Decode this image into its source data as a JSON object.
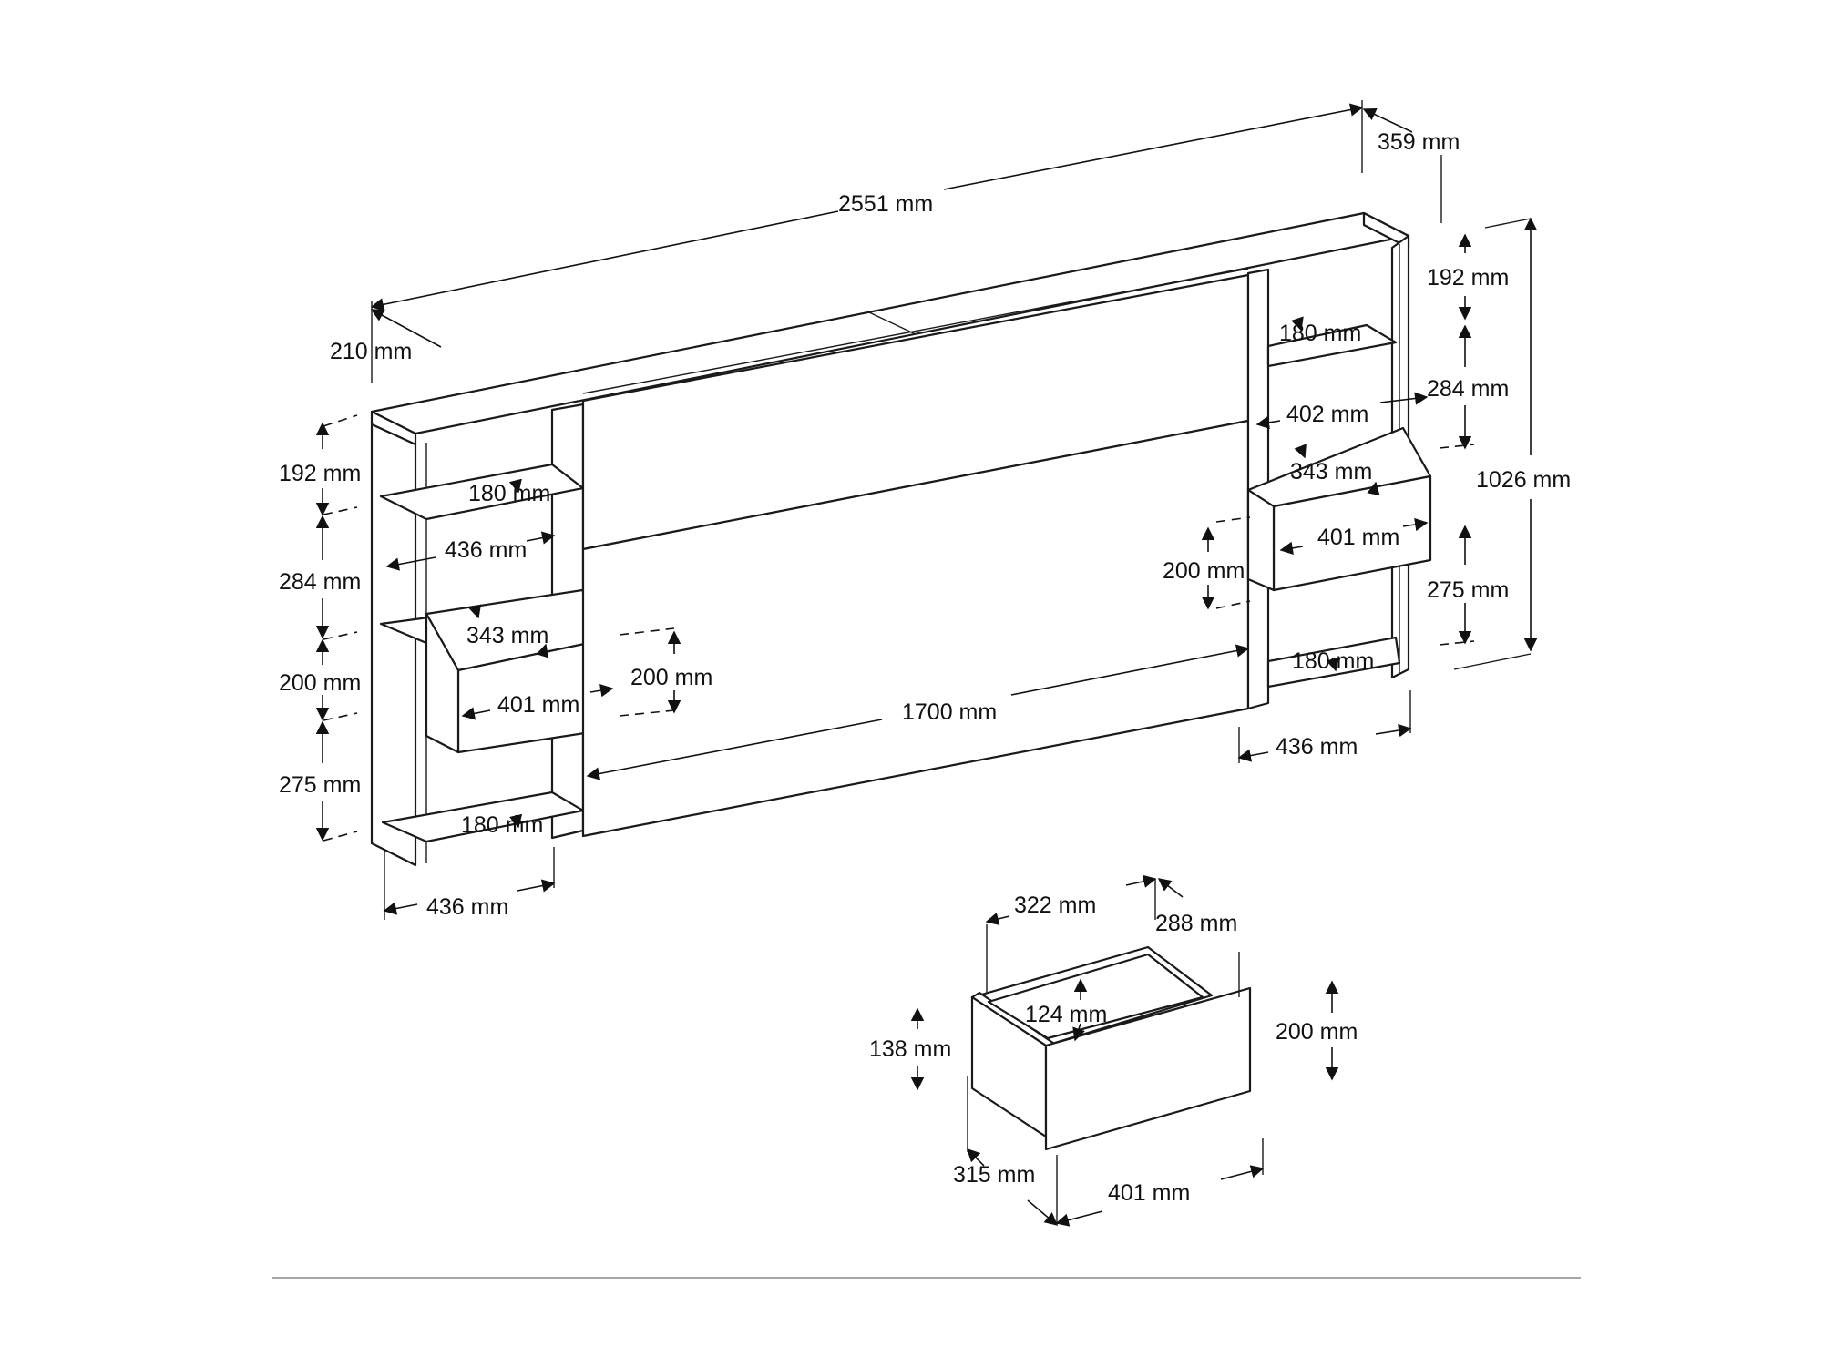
{
  "diagram": {
    "title": "Headboard with shelves and drawers – dimensions",
    "colors": {
      "line": "#1a1a1a",
      "text": "#111111",
      "rule": "#888888"
    },
    "headboard": {
      "total_width": "2551 mm",
      "depth_left": "210 mm",
      "depth_right": "359 mm",
      "total_height": "1026 mm",
      "panel_width": "1700 mm"
    },
    "left_unit": {
      "top_gap": "192 mm",
      "shelf_gap": "284 mm",
      "drawer_height": "200 mm",
      "bottom_gap": "275 mm",
      "upper_shelf_depth": "180 mm",
      "upper_width": "436 mm",
      "drawer_depth": "343 mm",
      "drawer_width": "401 mm",
      "drawer_front_height": "200 mm",
      "bottom_shelf_depth": "180 mm",
      "bottom_width": "436 mm"
    },
    "right_unit": {
      "top_gap": "192 mm",
      "upper_shelf_depth": "180 mm",
      "shelf_gap": "284 mm",
      "drawer_depth_outer": "402 mm",
      "drawer_depth": "343 mm",
      "drawer_width": "401 mm",
      "drawer_front_height": "200 mm",
      "bottom_gap": "275 mm",
      "bottom_shelf_depth": "180 mm",
      "bottom_width": "436 mm"
    },
    "drawer_detail": {
      "inner_width": "322 mm",
      "inner_depth": "288 mm",
      "inner_height": "124 mm",
      "side_height": "138 mm",
      "front_height": "200 mm",
      "depth": "315 mm",
      "front_width": "401 mm"
    }
  }
}
